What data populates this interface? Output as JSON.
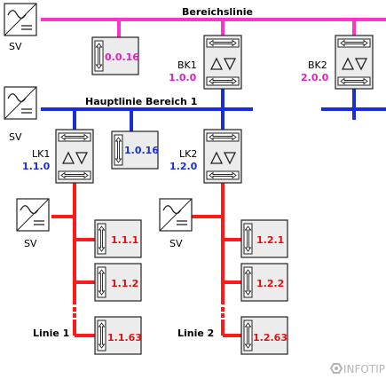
{
  "colors": {
    "bereichslinie": "#ff33cc",
    "hauptlinie": "#1a2ed6",
    "linie": "#ff1a1a",
    "addr_pink": "#e020c0",
    "addr_blue": "#1a2ed6",
    "addr_red": "#e01010"
  },
  "labels": {
    "bereichslinie": "Bereichslinie",
    "hauptlinie": "Hauptlinie Bereich 1",
    "linie1": "Linie 1",
    "linie2": "Linie 2",
    "watermark": "INFOTIP"
  },
  "supplies": {
    "sv": "SV"
  },
  "couplers": {
    "bk1": {
      "name": "BK1",
      "address": "1.0.0"
    },
    "bk2": {
      "name": "BK2",
      "address": "2.0.0"
    },
    "lk1": {
      "name": "LK1",
      "address": "1.1.0"
    },
    "lk2": {
      "name": "LK2",
      "address": "1.2.0"
    }
  },
  "devices": {
    "d0016": "0.0.16",
    "d1016": "1.0.16",
    "d111": "1.1.1",
    "d112": "1.1.2",
    "d1163": "1.1.63",
    "d121": "1.2.1",
    "d122": "1.2.2",
    "d1263": "1.2.63"
  }
}
